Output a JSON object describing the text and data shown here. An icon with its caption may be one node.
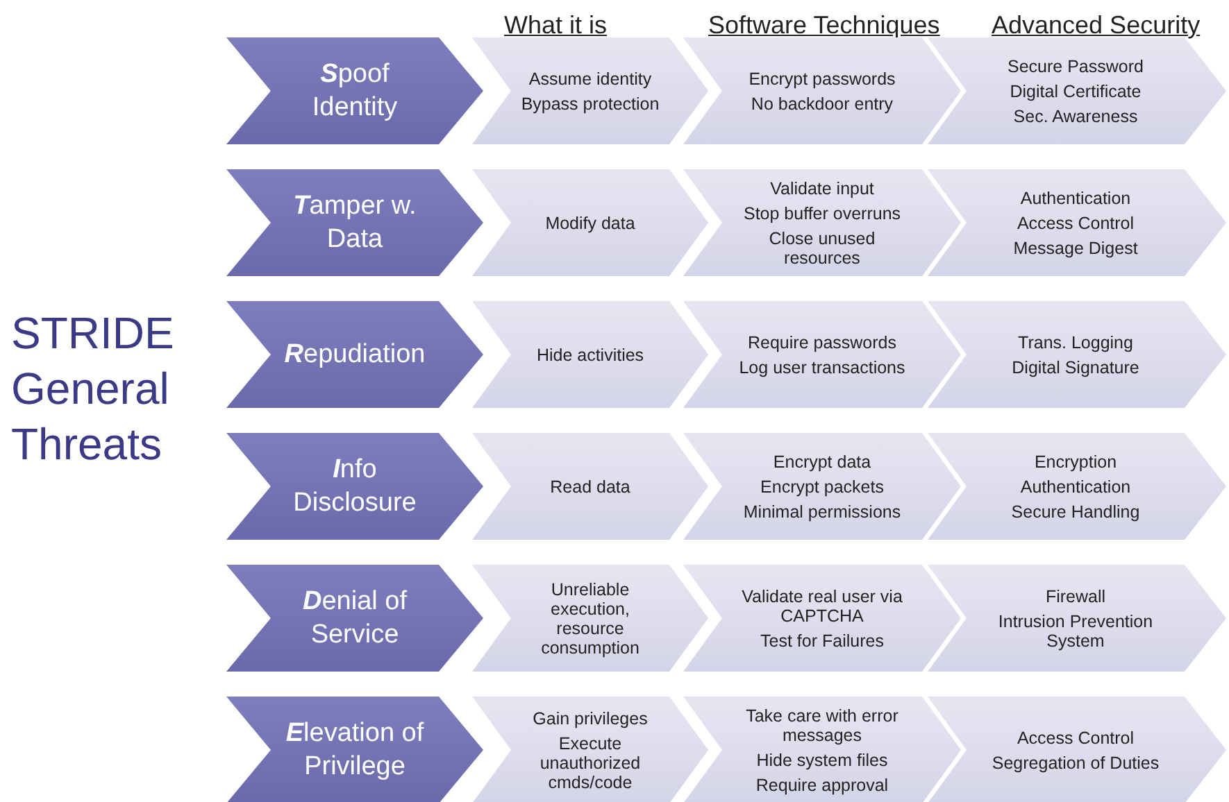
{
  "diagram": {
    "title": "STRIDE General Threats",
    "nodes": [
      {
        "text": [
          "**S**poof Identity"
        ]
      },
      {
        "text": [
          "Assume identity",
          "Bypass protection"
        ]
      },
      {
        "text": [
          "Encrypt passwords",
          "No backdoor entry"
        ]
      },
      {
        "text": [
          "Secure Password",
          "Digital Certificate",
          "Sec. Awareness"
        ]
      },
      {
        "text": [
          "**T**amper w. Data"
        ]
      },
      {
        "text": [
          "Modify data"
        ]
      },
      {
        "text": [
          "Validate input",
          "Stop buffer overruns",
          "Close unused resources"
        ]
      },
      {
        "text": [
          "Authentication",
          "Access Control",
          "Message Digest"
        ]
      },
      {
        "text": [
          "**R**epudiation"
        ]
      },
      {
        "text": [
          "Hide activities"
        ]
      },
      {
        "text": [
          "Require passwords",
          "Log user transactions"
        ]
      },
      {
        "text": [
          "Trans. Logging",
          "Digital Signature"
        ]
      },
      {
        "text": [
          "**I**nfo Disclosure"
        ]
      },
      {
        "text": [
          "Read data"
        ]
      },
      {
        "text": [
          "Encrypt data",
          "Encrypt packets",
          "Minimal permissions"
        ]
      },
      {
        "text": [
          "Encryption",
          "Authentication",
          "Secure Handling"
        ]
      },
      {
        "text": [
          "**D**enial of Service"
        ]
      },
      {
        "text": [
          "Unreliable execution, resource consumption"
        ]
      },
      {
        "text": [
          "Validate real user via CAPTCHA",
          "Test for Failures"
        ]
      },
      {
        "text": [
          "Firewall",
          "Intrusion Prevention System"
        ]
      },
      {
        "text": [
          "**E**levation of Privilege"
        ]
      },
      {
        "text": [
          "Gain privileges",
          "Execute unauthorized cmds/code"
        ]
      },
      {
        "text": [
          "Take care with error messages",
          "Hide system files",
          "Require approval"
        ]
      },
      {
        "text": [
          "Access Control",
          "Segregation of Duties"
        ]
      }
    ],
    "labels": [
      "What it is",
      "Software Techniques",
      "Advanced Security"
    ]
  }
}
